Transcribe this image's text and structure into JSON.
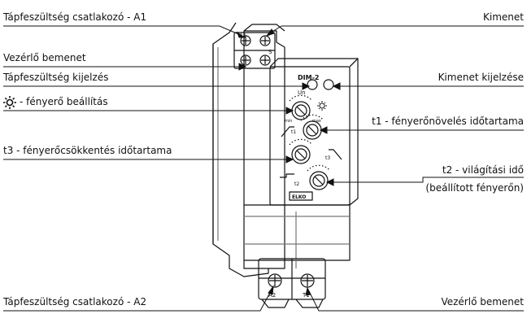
{
  "labels": {
    "supply_a1": "Tápfeszültség csatlakozó - A1",
    "output": "Kimenet",
    "control_input_top": "Vezérlő bemenet",
    "supply_indication": "Tápfeszültség kijelzés",
    "output_indication": "Kimenet kijelzése",
    "brightness_setting": "- fényerő beállítás",
    "t1_ramp_up": "t1 - fényerőnövelés időtartama",
    "t3_ramp_down": "t3 - fényerőcsökkentés időtartama",
    "t2_line1": "t2 - világítási idő",
    "t2_line2": "(beállított fényerőn)",
    "supply_a2": "Tápfeszültség csatlakozó - A2",
    "control_input_bottom": "Vezérlő bemenet"
  },
  "device": {
    "model": "DIM-2",
    "brand": "ELKO",
    "led_left": "Un",
    "terminal_a1": "A1",
    "terminal_s": "S",
    "terminal_a2": "A2",
    "terminal_t1": "T1",
    "knob_t1": "t1",
    "knob_t2": "t2",
    "knob_t3": "t3",
    "knob_min": "min",
    "knob_max": "max"
  },
  "icons": {
    "brightness": "sun-icon"
  }
}
